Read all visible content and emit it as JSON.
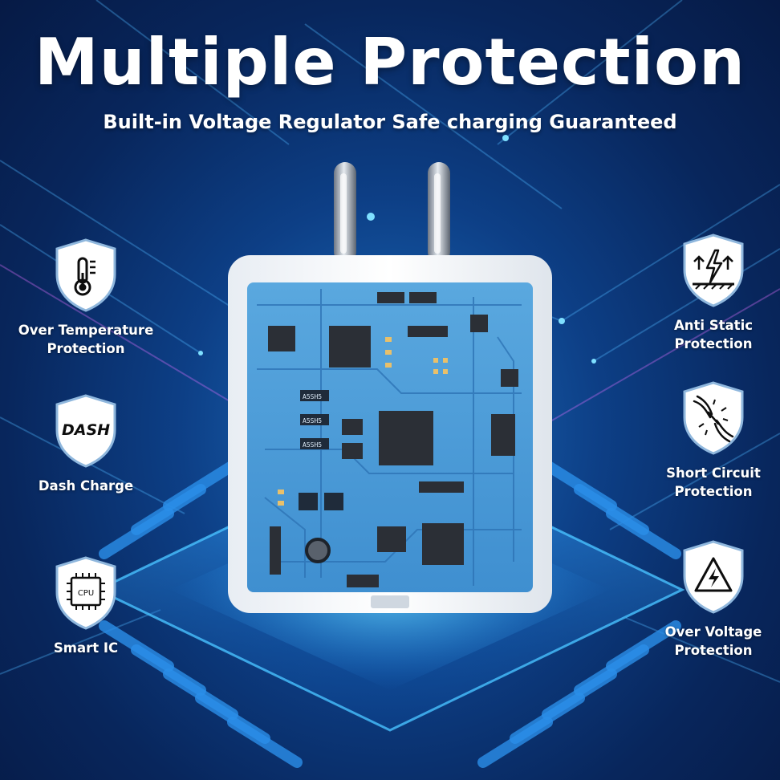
{
  "header": {
    "title": "Multiple Protection",
    "subtitle": "Built-in Voltage Regulator Safe charging Guaranteed"
  },
  "features_left": [
    {
      "icon": "thermometer-icon",
      "lines": [
        "Over Temperature",
        "Protection"
      ]
    },
    {
      "icon": "dash-logo-icon",
      "icon_text": "DASH",
      "lines": [
        "Dash Charge"
      ]
    },
    {
      "icon": "cpu-chip-icon",
      "icon_text": "CPU",
      "lines": [
        "Smart IC"
      ]
    }
  ],
  "features_right": [
    {
      "icon": "anti-static-icon",
      "lines": [
        "Anti Static",
        "Protection"
      ]
    },
    {
      "icon": "short-circuit-icon",
      "lines": [
        "Short Circuit",
        "Protection"
      ]
    },
    {
      "icon": "high-voltage-icon",
      "lines": [
        "Over Voltage",
        "Protection"
      ]
    }
  ],
  "pcb": {
    "chip_marking": "A5SH5"
  },
  "colors": {
    "background_dark": "#061a45",
    "background_glow": "#1c6fc0",
    "circuit_glow": "#35c6ff",
    "shield_outline": "#8fb7dd",
    "pcb_blue": "#4f9fd8",
    "text": "#ffffff"
  }
}
